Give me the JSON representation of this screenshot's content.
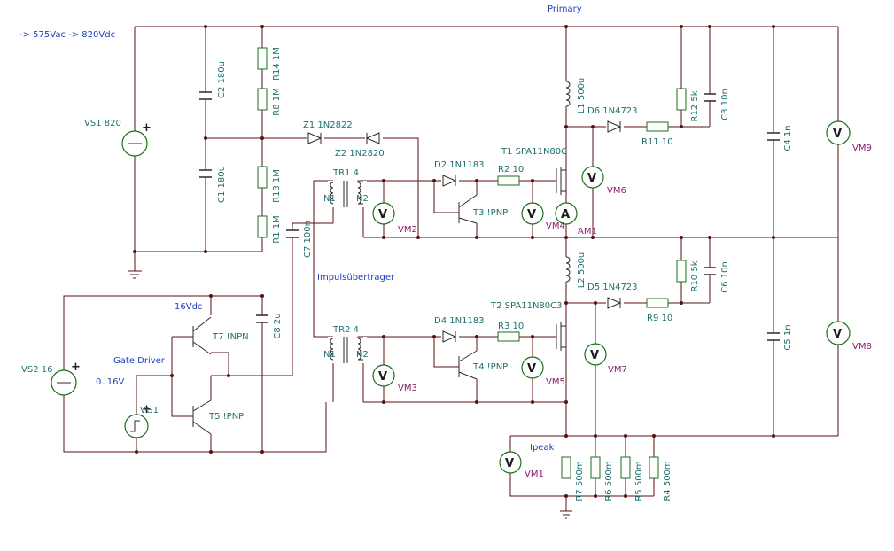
{
  "notes": {
    "primary": "Primary",
    "input": "-> 575Vac -> 820Vdc",
    "vdc16": "16Vdc",
    "gate_driver": "Gate Driver",
    "range": "0..16V",
    "transformer": "Impulsübertrager",
    "ipeak": "Ipeak"
  },
  "components": {
    "vs1": "VS1 820",
    "vs2": "VS2 16",
    "vg1": "VG1",
    "c2": "C2 180u",
    "c1": "C1 180u",
    "r14": "R14 1M",
    "r8": "R8 1M",
    "r13": "R13 1M",
    "r1": "R1 1M",
    "z1": "Z1 1N2822",
    "z2": "Z2 1N2820",
    "tr1": "TR1 4",
    "tr2": "TR2 4",
    "n1a": "N1",
    "n2a": "N2",
    "n1b": "N1",
    "n2b": "N2",
    "c7": "C7 100n",
    "c8": "C8 2u",
    "t7": "T7 !NPN",
    "t5": "T5 !PNP",
    "d2": "D2 1N1183",
    "d4": "D4 1N1183",
    "r2": "R2 10",
    "r3": "R3 10",
    "t3": "T3 !PNP",
    "t4": "T4 !PNP",
    "t1": "T1 SPA11N80C",
    "t2": "T2 SPA11N80C3",
    "l1": "L1 500u",
    "l2": "L2 500u",
    "d6": "D6 1N4723",
    "d5": "D5 1N4723",
    "r11": "R11 10",
    "r9": "R9 10",
    "r12": "R12 5k",
    "r10": "R10 5k",
    "c3": "C3 10n",
    "c6": "C6 10n",
    "c4": "C4 1n",
    "c5": "C5 1n",
    "r7": "R7 500m",
    "r6": "R6 500m",
    "r5": "R5 500m",
    "r4": "R4 500m",
    "am1": "AM1"
  },
  "meters": {
    "vm1": "VM1",
    "vm2": "VM2",
    "vm3": "VM3",
    "vm4": "VM4",
    "vm5": "VM5",
    "vm6": "VM6",
    "vm7": "VM7",
    "vm8": "VM8",
    "vm9": "VM9",
    "v_symbol": "V",
    "a_symbol": "A",
    "plus": "+"
  }
}
